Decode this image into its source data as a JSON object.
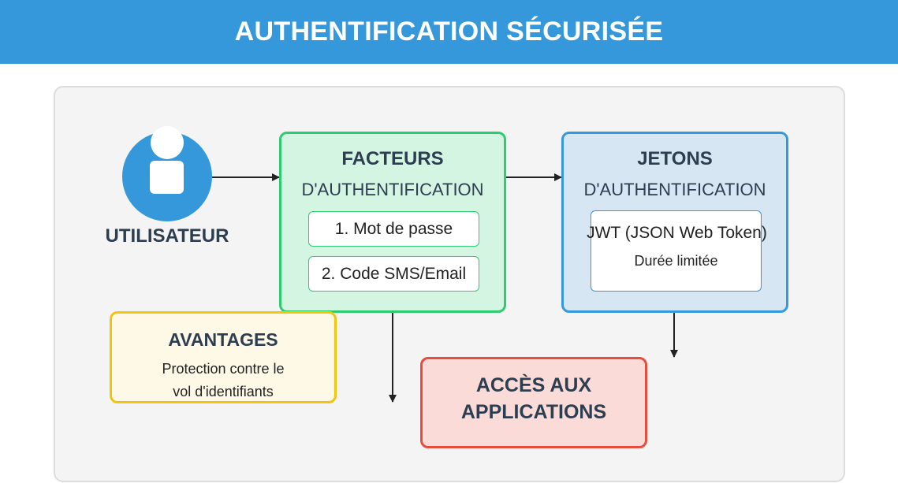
{
  "header": {
    "title": "AUTHENTIFICATION SÉCURISÉE"
  },
  "user": {
    "label": "UTILISATEUR",
    "icon": "user-icon"
  },
  "factors": {
    "title": "FACTEURS",
    "subtitle": "D'AUTHENTIFICATION",
    "items": [
      "1. Mot de passe",
      "2. Code SMS/Email"
    ]
  },
  "tokens": {
    "title": "JETONS",
    "subtitle": "D'AUTHENTIFICATION",
    "card_line1": "JWT (JSON Web Token)",
    "card_line2": "Durée limitée"
  },
  "advantages": {
    "title": "AVANTAGES",
    "desc_line1": "Protection contre le",
    "desc_line2": "vol d'identifiants"
  },
  "access": {
    "line1": "ACCÈS AUX",
    "line2": "APPLICATIONS"
  },
  "colors": {
    "header": "#3498db",
    "user": "#3498db",
    "factors_border": "#2ecc71",
    "factors_fill": "#d5f5e3",
    "tokens_border": "#3498db",
    "tokens_fill": "#d6e6f3",
    "advantages_border": "#f1c40f",
    "advantages_fill": "#fef8e7",
    "access_border": "#e74c3c",
    "access_fill": "#fadbd8",
    "arrow": "#222222"
  }
}
